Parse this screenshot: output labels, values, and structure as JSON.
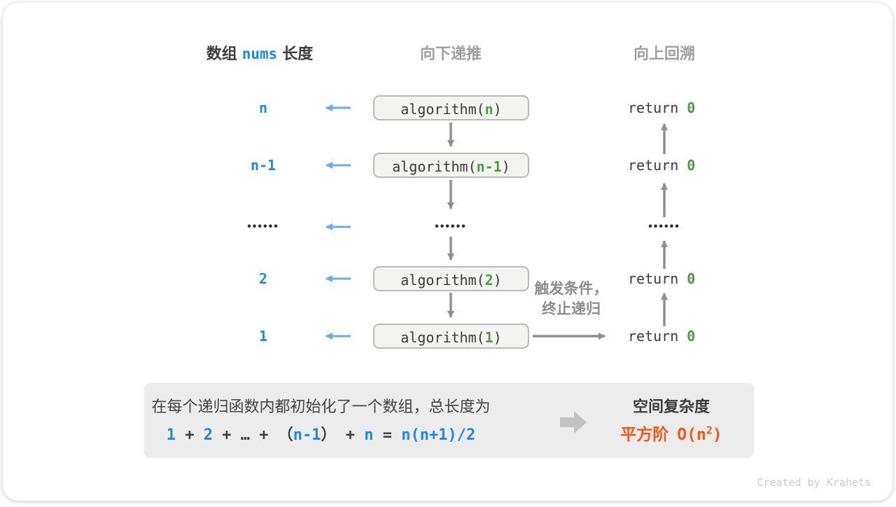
{
  "colors": {
    "blue": "#1e88e5",
    "light_blue": "#64aeea",
    "green": "#4e9b45",
    "orange": "#f25716",
    "arrow_gray": "#8f8f8f",
    "box_fill": "#f3f3f1",
    "box_border": "#b9b9b9",
    "panel_gray": "#ececec"
  },
  "header": {
    "left_1": "数组",
    "left_2": "nums",
    "left_3": "长度",
    "mid": "向下递推",
    "right": "向上回溯"
  },
  "call": {
    "open": "algorithm(",
    "close": ")"
  },
  "ret": {
    "keyword": "return",
    "value": "0"
  },
  "rows": [
    {
      "label": "n",
      "arg": "n"
    },
    {
      "label": "n-1",
      "arg": "n-1"
    },
    {
      "label": "2",
      "arg": "2"
    },
    {
      "label": "1",
      "arg": "1"
    }
  ],
  "dots": "••••••",
  "annotation": {
    "line1": "触发条件，",
    "line2": "终止递归"
  },
  "summary": {
    "line1": "在每个递归函数内都初始化了一个数组，总长度为",
    "formula_parts": [
      "1",
      " + ",
      "2",
      " + ",
      "…",
      " + ",
      "（",
      "n-1",
      "）",
      " + ",
      "n",
      " = ",
      "n(n+1)/2"
    ],
    "result_label": "空间复杂度",
    "result_prefix": "平方阶",
    "result_code_open": "O(n",
    "result_sup": "2",
    "result_code_close": ")"
  },
  "credit": "Created by Krahets"
}
